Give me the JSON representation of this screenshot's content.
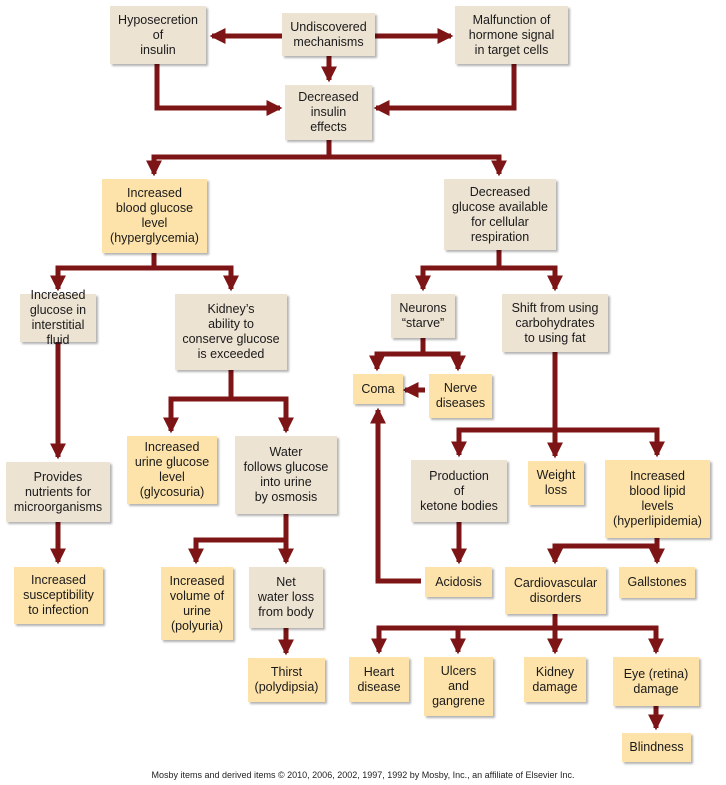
{
  "colors": {
    "arrow": "#7d1416",
    "beige_box": "#ede3d3",
    "yellow_box": "#fde3a9"
  },
  "nodes": {
    "hyposecretion": "Hyposecretion\nof\ninsulin",
    "undiscovered": "Undiscovered\nmechanisms",
    "malfunction": "Malfunction of\nhormone signal\nin target cells",
    "decreased_effects": "Decreased\ninsulin\neffects",
    "hyperglycemia": "Increased\nblood glucose\nlevel\n(hyperglycemia)",
    "decreased_glucose": "Decreased\nglucose available\nfor cellular\nrespiration",
    "interstitial": "Increased\nglucose in\ninterstitial\nfluid",
    "kidney_ability": "Kidney’s\nability to\nconserve glucose\nis exceeded",
    "neurons": "Neurons\n“starve”",
    "shift": "Shift from using\ncarbohydrates\nto using fat",
    "coma": "Coma",
    "nerve": "Nerve\ndiseases",
    "nutrients": "Provides\nnutrients for\nmicroorganisms",
    "glycosuria": "Increased\nurine glucose\nlevel\n(glycosuria)",
    "water_follows": "Water\nfollows glucose\ninto urine\nby osmosis",
    "ketone": "Production\nof\nketone bodies",
    "weight": "Weight\nloss",
    "hyperlipidemia": "Increased\nblood lipid\nlevels\n(hyperlipidemia)",
    "susceptibility": "Increased\nsusceptibility\nto infection",
    "polyuria": "Increased\nvolume of\nurine\n(polyuria)",
    "net_water": "Net\nwater loss\nfrom body",
    "acidosis": "Acidosis",
    "cardiovascular": "Cardiovascular\ndisorders",
    "gallstones": "Gallstones",
    "thirst": "Thirst\n(polydipsia)",
    "heart": "Heart\ndisease",
    "ulcers": "Ulcers\nand\ngangrene",
    "kidney_damage": "Kidney\ndamage",
    "eye": "Eye (retina)\ndamage",
    "blindness": "Blindness"
  },
  "credit": "Mosby items and derived items © 2010, 2006, 2002, 1997, 1992 by Mosby, Inc., an affiliate of Elsevier Inc."
}
